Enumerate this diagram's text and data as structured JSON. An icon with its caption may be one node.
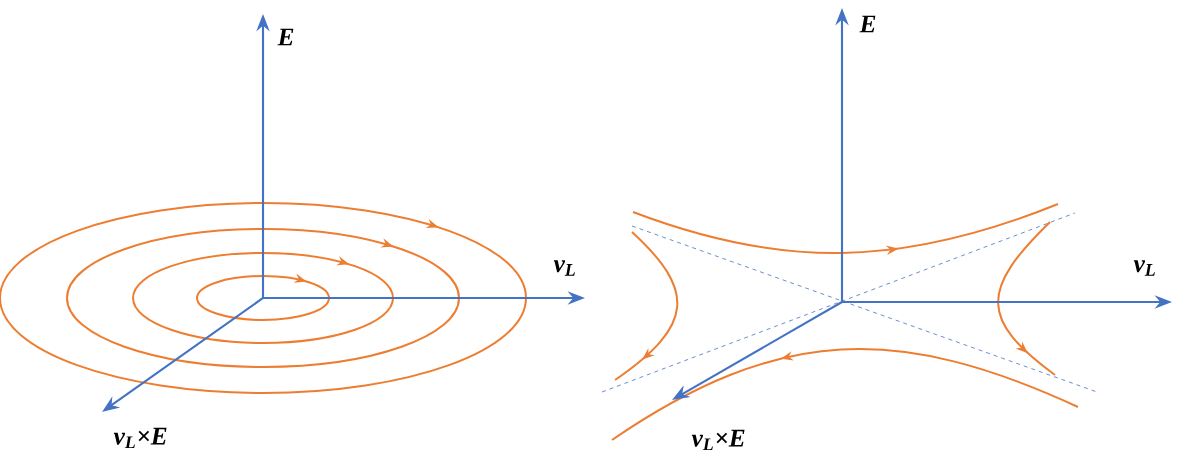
{
  "diagram": {
    "labels": [
      "E",
      "v$_{L}$",
      "v$_{L}$×E",
      "E",
      "v$_{L}$",
      "v$_{L}$×E"
    ]
  }
}
